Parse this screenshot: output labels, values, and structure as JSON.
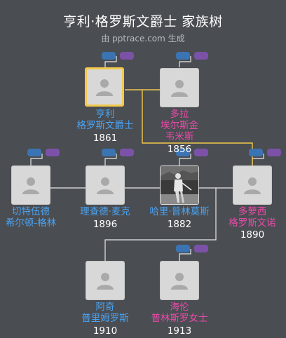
{
  "page": {
    "title": "亨利·格罗斯文爵士 家族树",
    "subtitle": "由 pptrace.com 生成"
  },
  "colors": {
    "background": "#4a4d52",
    "male": "#4aa3f2",
    "female": "#ea4aa9",
    "selected_border": "#f2c94c",
    "link": "#e8e8e8",
    "highlight_link": "#f2c94c"
  },
  "people": {
    "henry": {
      "line1": "亨利",
      "line2": "格罗斯文爵士",
      "year": "1861"
    },
    "dora": {
      "line1": "多拉",
      "line2": "埃尔斯金",
      "line3": "韦米斯",
      "year": "1856"
    },
    "chetwode": {
      "line1": "切特伍德",
      "line2": "希尔顿-格林",
      "year": ""
    },
    "richard": {
      "line1": "理查德·麦克",
      "year": "1896"
    },
    "harry": {
      "line1": "哈里·普林莫斯",
      "year": "1882"
    },
    "dorothy": {
      "line1": "多萝西",
      "line2": "格罗斯文诺",
      "year": "1890"
    },
    "archie": {
      "line1": "阿奇",
      "line2": "普里姆罗斯",
      "year": "1910"
    },
    "helen": {
      "line1": "海伦",
      "line2": "普林斯罗女士",
      "year": "1913"
    }
  }
}
